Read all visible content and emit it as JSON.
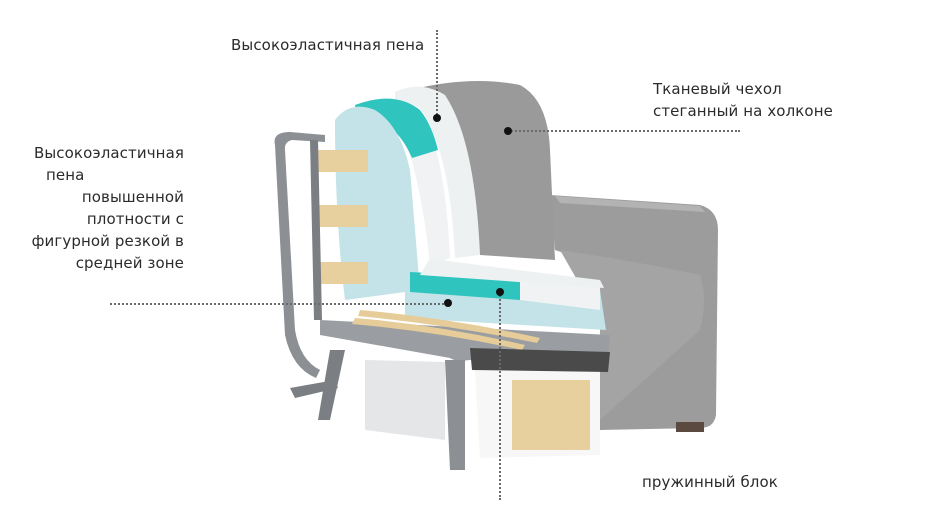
{
  "labels": {
    "top_foam": "Высокоэластичная пена",
    "fabric_cover": [
      "Тканевый чехол",
      "стеганный на холконе"
    ],
    "dense_foam": [
      "Высокоэластичная",
      "пена",
      "повышенной",
      "плотности с",
      "фигурной резкой в",
      "средней зоне"
    ],
    "spring_block": "пружинный блок"
  },
  "colors": {
    "fabric": "#9a9a9a",
    "fabric_dark": "#7d7d7d",
    "foam_blue": "#bfe3e8",
    "springs_teal": "#2fc4bd",
    "springs_white": "#f2f4f5",
    "wood": "#e8cf9e",
    "metal": "#8b8e92",
    "leader_dot": "#111111"
  }
}
